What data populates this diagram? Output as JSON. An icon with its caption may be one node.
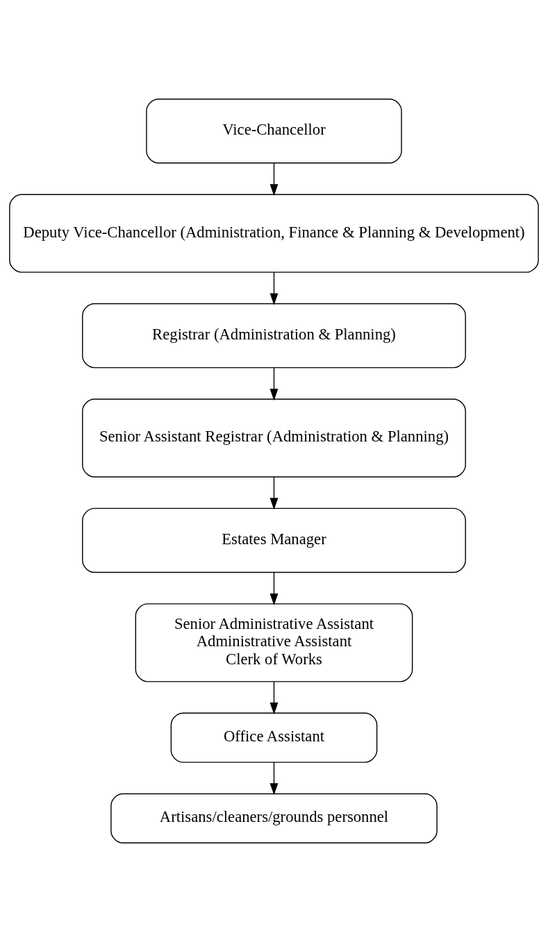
{
  "diagram": {
    "nodes": [
      {
        "text": [
          "Vice-Chancellor"
        ]
      },
      {
        "text": [
          "Deputy Vice-Chancellor (Administration, Finance & Planning & Development)"
        ]
      },
      {
        "text": [
          "Registrar (Administration & Planning)"
        ]
      },
      {
        "text": [
          "Senior Assistant Registrar (Administration & Planning)"
        ]
      },
      {
        "text": [
          "Estates Manager"
        ]
      },
      {
        "text": [
          "Senior Administrative Assistant",
          "Administrative Assistant",
          "Clerk of Works"
        ]
      },
      {
        "text": [
          "Office Assistant"
        ]
      },
      {
        "text": [
          "Artisans/cleaners/grounds personnel"
        ]
      }
    ],
    "edges": [
      {
        "from": 0,
        "to": 1,
        "arrow": "to"
      },
      {
        "from": 1,
        "to": 2,
        "arrow": "to"
      },
      {
        "from": 2,
        "to": 3,
        "arrow": "to"
      },
      {
        "from": 3,
        "to": 4,
        "arrow": "to"
      },
      {
        "from": 4,
        "to": 5,
        "arrow": "to"
      },
      {
        "from": 5,
        "to": 6,
        "arrow": "to"
      },
      {
        "from": 6,
        "to": 7,
        "arrow": "to"
      }
    ]
  }
}
